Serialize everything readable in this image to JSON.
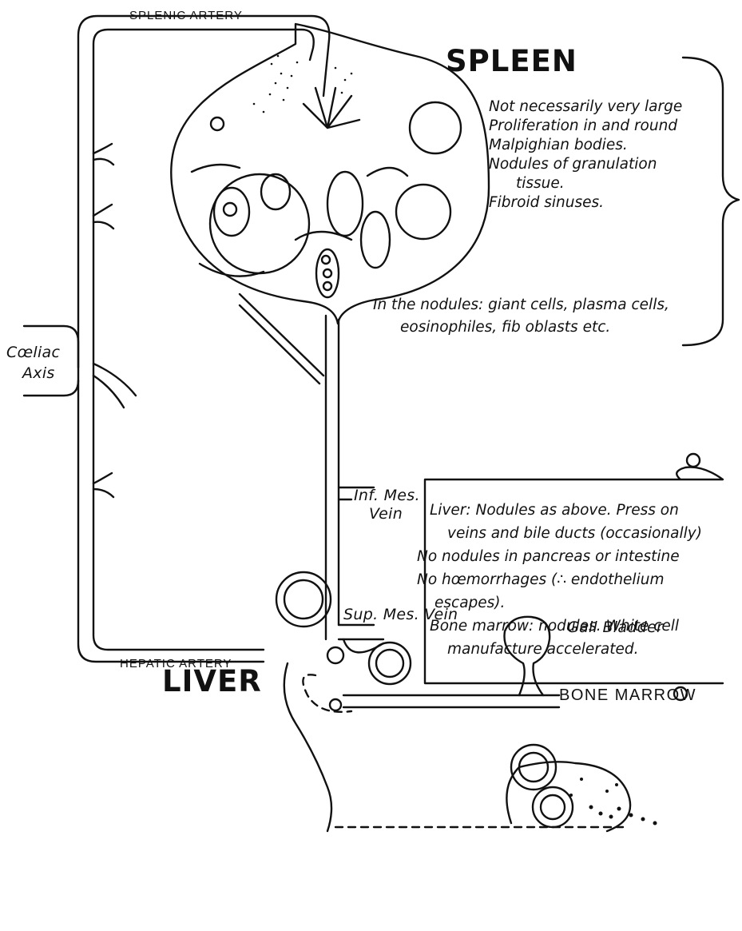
{
  "colors": {
    "ink": "#111111",
    "paper": "#ffffff"
  },
  "labels": {
    "splenic_artery": "SPLENIC ARTERY",
    "hepatic_artery": "HEPATIC ARTERY",
    "spleen": "SPLEEN",
    "liver": "LIVER",
    "bone_marrow": "BONE MARROW",
    "coeliac_1": "Cœliac",
    "coeliac_2": "Axis",
    "inf_mes_1": "Inf. Mes.",
    "inf_mes_2": "Vein",
    "sup_mes": "Sup. Mes. Vein",
    "gall_bladder": "Gall Bladder"
  },
  "spleen_notes": [
    "Not necessarily very large",
    "Proliferation in and round",
    "Malpighian bodies.",
    "Nodules of granulation",
    "tissue.",
    "Fibroid sinuses."
  ],
  "nodule_notes": [
    "In the nodules: giant cells, plasma cells,",
    "eosinophiles, fib oblasts etc."
  ],
  "scroll_notes": [
    "Liver: Nodules as above. Press on",
    "veins and bile ducts (occasionally)",
    "No nodules in pancreas or intestine",
    "No hœmorrhages (∴ endothelium",
    "escapes).",
    "Bone marrow: nodules. White cell",
    "manufacture accelerated."
  ]
}
